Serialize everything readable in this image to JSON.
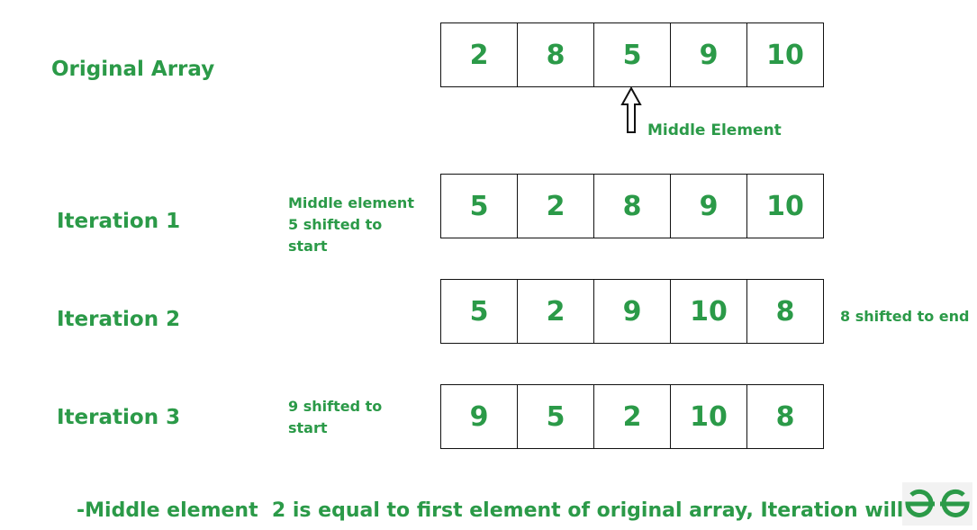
{
  "rows": [
    {
      "label": "Original Array",
      "values": [
        "2",
        "8",
        "5",
        "9",
        "10"
      ]
    },
    {
      "label": "Iteration 1",
      "values": [
        "5",
        "2",
        "8",
        "9",
        "10"
      ],
      "note": "Middle element\n5 shifted to\nstart"
    },
    {
      "label": "Iteration 2",
      "values": [
        "5",
        "2",
        "9",
        "10",
        "8"
      ],
      "note": "8 shifted to end"
    },
    {
      "label": "Iteration 3",
      "values": [
        "9",
        "5",
        "2",
        "10",
        "8"
      ],
      "note": "9 shifted to\nstart"
    }
  ],
  "pointer_label": "Middle Element",
  "conclusion": "-Middle element  2 is equal to first element of original array, Iteration will stop.",
  "colors": {
    "accent": "#2b9a48",
    "border": "#111111"
  },
  "logo_icon": "geeksforgeeks-logo-icon"
}
